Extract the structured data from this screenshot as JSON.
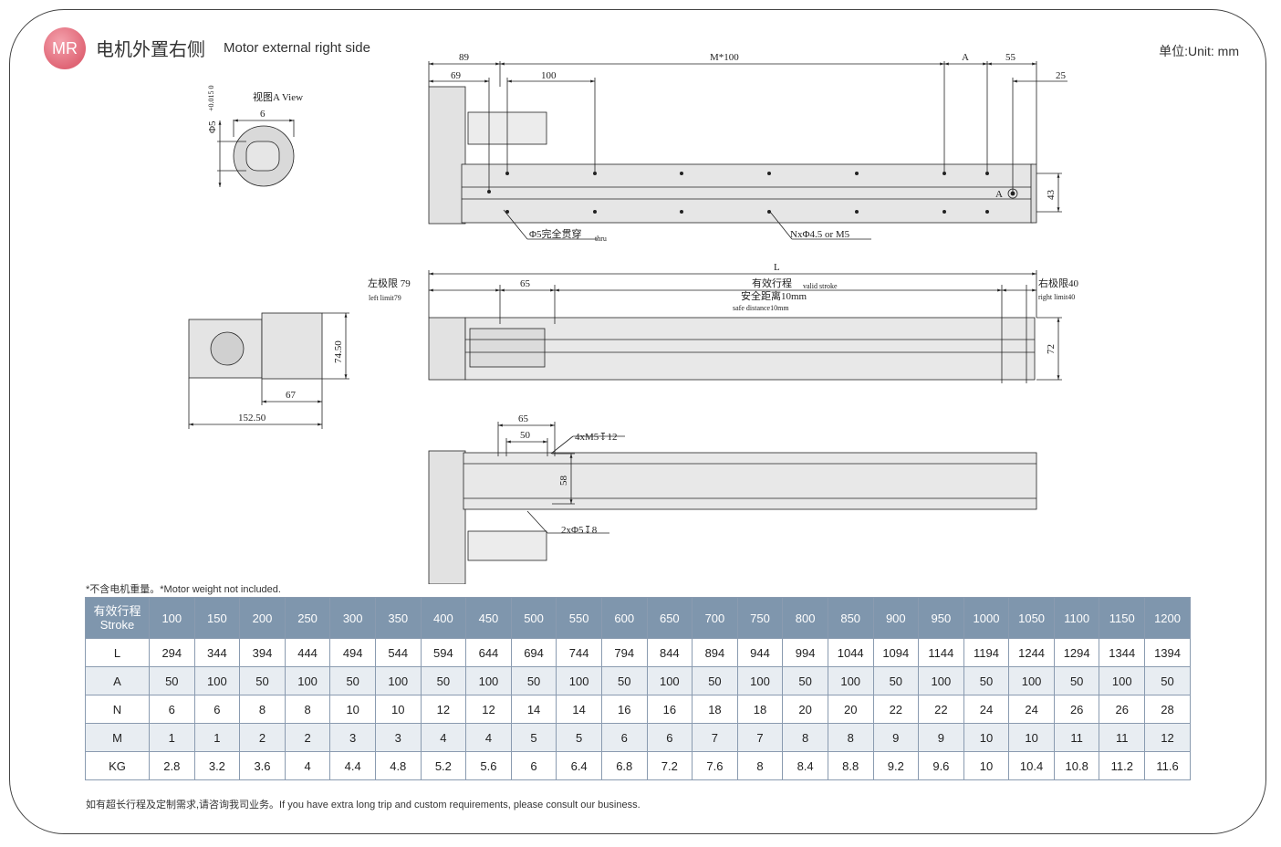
{
  "badge": "MR",
  "title_cn": "电机外置右侧",
  "title_en": "Motor external right side",
  "unit": "单位:Unit: mm",
  "drawing_labels": {
    "view_a": "视图A View",
    "phi5": "Φ5",
    "tol": "+0.015 0",
    "d6": "6",
    "d89": "89",
    "d69": "69",
    "d100": "100",
    "m100": "M*100",
    "a": "A",
    "d55": "55",
    "d25": "25",
    "d43": "43",
    "a_mark": "A",
    "thru_cn": "Φ5完全贯穿",
    "thru_en": "thru",
    "holes": "NxΦ4.5 or M5",
    "l": "L",
    "left_limit_cn": "左极限 79",
    "left_limit_en": "left limit79",
    "d65": "65",
    "valid_cn": "有效行程",
    "valid_en": "valid stroke",
    "safe_cn": "安全距离10mm",
    "safe_en": "safe distance10mm",
    "right_limit_cn": "右极限40",
    "right_limit_en": "right limit40",
    "d72": "72",
    "d7450": "74.50",
    "d67": "67",
    "d15250": "152.50",
    "top65": "65",
    "top50": "50",
    "m5": "4xM5↧12",
    "d58": "58",
    "phi5_8": "2xΦ5↧8"
  },
  "note": "*不含电机重量。*Motor weight not included.",
  "table": {
    "header_cn": "有效行程",
    "header_en": "Stroke",
    "strokes": [
      "100",
      "150",
      "200",
      "250",
      "300",
      "350",
      "400",
      "450",
      "500",
      "550",
      "600",
      "650",
      "700",
      "750",
      "800",
      "850",
      "900",
      "950",
      "1000",
      "1050",
      "1100",
      "1150",
      "1200"
    ],
    "rows": [
      {
        "label": "L",
        "values": [
          "294",
          "344",
          "394",
          "444",
          "494",
          "544",
          "594",
          "644",
          "694",
          "744",
          "794",
          "844",
          "894",
          "944",
          "994",
          "1044",
          "1094",
          "1144",
          "1194",
          "1244",
          "1294",
          "1344",
          "1394"
        ]
      },
      {
        "label": "A",
        "values": [
          "50",
          "100",
          "50",
          "100",
          "50",
          "100",
          "50",
          "100",
          "50",
          "100",
          "50",
          "100",
          "50",
          "100",
          "50",
          "100",
          "50",
          "100",
          "50",
          "100",
          "50",
          "100",
          "50"
        ]
      },
      {
        "label": "N",
        "values": [
          "6",
          "6",
          "8",
          "8",
          "10",
          "10",
          "12",
          "12",
          "14",
          "14",
          "16",
          "16",
          "18",
          "18",
          "20",
          "20",
          "22",
          "22",
          "24",
          "24",
          "26",
          "26",
          "28"
        ]
      },
      {
        "label": "M",
        "values": [
          "1",
          "1",
          "2",
          "2",
          "3",
          "3",
          "4",
          "4",
          "5",
          "5",
          "6",
          "6",
          "7",
          "7",
          "8",
          "8",
          "9",
          "9",
          "10",
          "10",
          "11",
          "11",
          "12"
        ]
      },
      {
        "label": "KG",
        "values": [
          "2.8",
          "3.2",
          "3.6",
          "4",
          "4.4",
          "4.8",
          "5.2",
          "5.6",
          "6",
          "6.4",
          "6.8",
          "7.2",
          "7.6",
          "8",
          "8.4",
          "8.8",
          "9.2",
          "9.6",
          "10",
          "10.4",
          "10.8",
          "11.2",
          "11.6"
        ]
      }
    ]
  },
  "footer": "如有超长行程及定制需求,请咨询我司业务。If you have extra long trip and custom requirements, please consult our business."
}
